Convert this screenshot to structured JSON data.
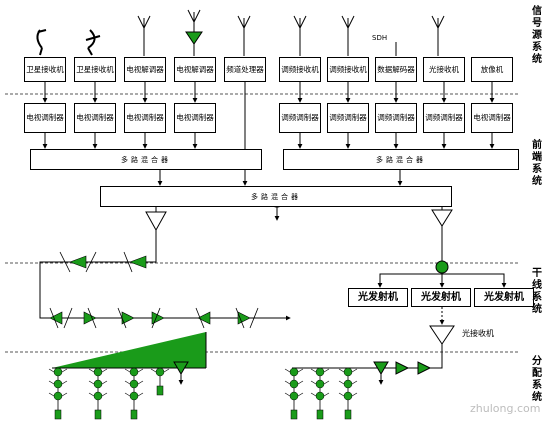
{
  "side_labels": {
    "source": "信号源系统",
    "frontend": "前端系统",
    "trunk": "干线系统",
    "distribution": "分配系统"
  },
  "sdh": "SDH",
  "source_boxes": [
    "卫星接收机",
    "卫星接收机",
    "电视解调器",
    "电视解调器",
    "频道处理器",
    "调频接收机",
    "调频接收机",
    "数据解码器",
    "光接收机",
    "放像机"
  ],
  "modulators": [
    "电视调制器",
    "电视调制器",
    "电视调制器",
    "电视调制器",
    "调频调制器",
    "调频调制器",
    "调频调制器",
    "调频调制器",
    "电视调制器"
  ],
  "mixers": {
    "left": "多路混合器",
    "right": "多路混合器",
    "main": "多路混合器"
  },
  "transmitters": [
    "光发射机",
    "光发射机",
    "光发射机"
  ],
  "optical_receiver": "光接收机",
  "watermark": "zhulong.com",
  "colors": {
    "green": "#1a9b1a",
    "dash": "#555555"
  }
}
